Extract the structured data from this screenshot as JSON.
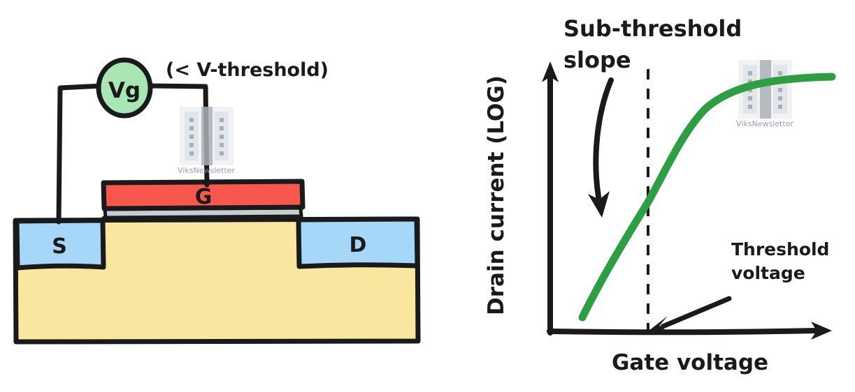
{
  "figure": {
    "title_absent": true,
    "background_color": "#ffffff",
    "ink_color": "#1a1a1a"
  },
  "device_diagram": {
    "name": "MOSFET cross-section",
    "labels": {
      "gate": "G",
      "source": "S",
      "drain": "D",
      "gate_voltage_source": "Vg",
      "gate_bias_note": "(< V-threshold)"
    },
    "colors": {
      "gate_metal": "#F7574C",
      "gate_oxide": "#C6CDD4",
      "source_drain": "#A6D7F9",
      "substrate": "#FAE79F",
      "voltage_source_fill": "#A8E6B4",
      "outline": "#1a1a1a"
    }
  },
  "chart_data": {
    "type": "line",
    "title": "",
    "xlabel": "Gate voltage",
    "ylabel": "Drain current (LOG)",
    "grid": false,
    "legend": null,
    "axis_ticks": {
      "x": [],
      "y": []
    },
    "series": [
      {
        "name": "Drain current vs gate voltage",
        "color": "#2E9E42",
        "x": [
          0.1,
          0.18,
          0.26,
          0.34,
          0.42,
          0.5,
          0.58,
          0.66,
          0.74,
          0.82,
          0.9,
          0.98
        ],
        "y": [
          0.05,
          0.16,
          0.27,
          0.38,
          0.5,
          0.63,
          0.75,
          0.84,
          0.89,
          0.92,
          0.935,
          0.945
        ]
      }
    ],
    "annotations": [
      {
        "id": "subthreshold-slope",
        "text": "Sub-threshold\nslope",
        "lines": [
          "Sub-threshold",
          "slope"
        ],
        "points_to": "steep linear region of curve"
      },
      {
        "id": "threshold-voltage",
        "text": "Threshold\nvoltage",
        "lines": [
          "Threshold",
          "voltage"
        ],
        "points_to": "dashed vertical line on x-axis"
      }
    ],
    "reference_lines": [
      {
        "id": "threshold-line",
        "orientation": "vertical",
        "style": "dashed",
        "x": 0.47
      }
    ]
  },
  "watermarks": [
    {
      "id": "watermark-device",
      "text": "ViksNewsletter"
    },
    {
      "id": "watermark-chart",
      "text": "ViksNewsletter"
    }
  ]
}
